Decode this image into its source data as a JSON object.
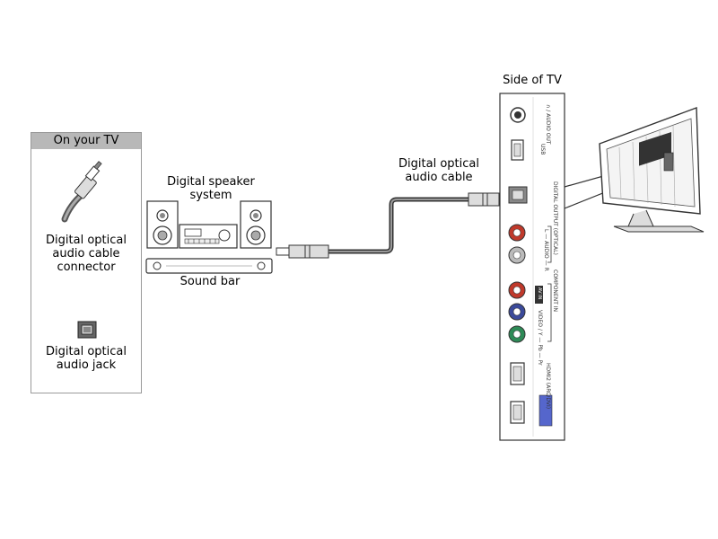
{
  "legend": {
    "title": "On your TV",
    "connector_label": [
      "Digital optical",
      "audio cable",
      "connector"
    ],
    "jack_label": [
      "Digital optical",
      "audio jack"
    ]
  },
  "speaker_label": [
    "Digital speaker",
    "system"
  ],
  "soundbar_label": "Sound bar",
  "cable_label": [
    "Digital optical",
    "audio cable"
  ],
  "tv_side_title": "Side of TV",
  "panel_labels": {
    "audio_out": "∩ / AUDIO OUT",
    "usb": "USB",
    "digital_output": "DIGITAL OUTPUT (OPTICAL)",
    "audio": "L — AUDIO — R",
    "component": "COMPONENT IN",
    "video": "VIDEO / Y — Pb — Pr",
    "av_in": "AV IN",
    "hdmi2": "HDMI2 (ARC/DVI)"
  },
  "colors": {
    "outline": "#333333",
    "panel_red": "#c0392b",
    "panel_blue": "#3b4a9b",
    "panel_green": "#2e8b57",
    "hdmi_badge": "#5566cc"
  }
}
